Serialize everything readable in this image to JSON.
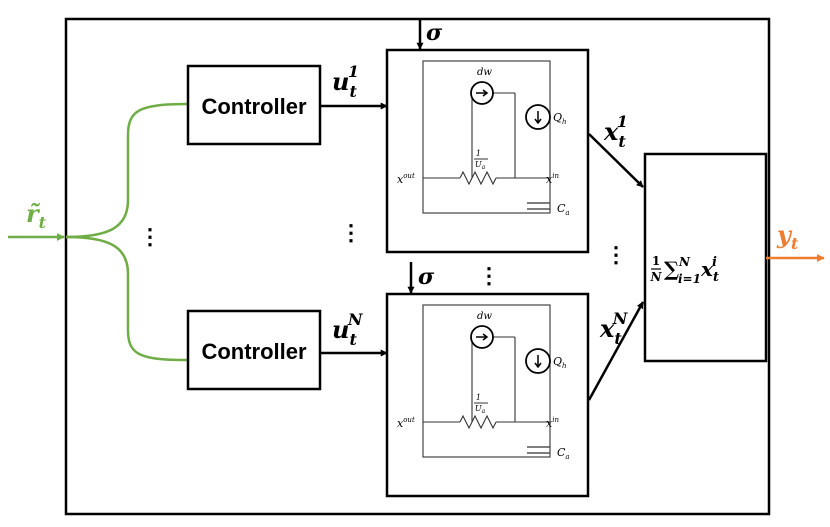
{
  "diagram": {
    "input_label": "r̃",
    "input_sub": "t",
    "output_label": "y",
    "output_sub": "t",
    "controller_top_label": "Controller",
    "controller_bottom_label": "Controller",
    "vdots": "⋮",
    "sigma": "σ",
    "u_top": {
      "base": "u",
      "sub": "t",
      "sup": "1"
    },
    "u_bottom": {
      "base": "u",
      "sub": "t",
      "sup": "N"
    },
    "x_top": {
      "base": "x",
      "sub": "t",
      "sup": "1"
    },
    "x_bottom": {
      "base": "x",
      "sub": "t",
      "sup": "N"
    },
    "aggregator": {
      "frac_num": "1",
      "frac_den": "N",
      "sum_symbol": "∑",
      "sum_lower": "i=1",
      "sum_upper": "N",
      "var_base": "x",
      "var_sub": "t",
      "var_sup": "i"
    },
    "circuit": {
      "source_label": "dw",
      "heat_label": "Q",
      "heat_sub": "h",
      "resistor_num": "1",
      "resistor_den": "U",
      "resistor_den_sub": "a",
      "x_out_base": "x",
      "x_out_sup": "out",
      "x_in_base": "x",
      "x_in_sup": "in",
      "cap_label": "C",
      "cap_sub": "a"
    },
    "colors": {
      "input": "#70ad47",
      "output": "#ed7d31",
      "line": "#000000"
    }
  }
}
